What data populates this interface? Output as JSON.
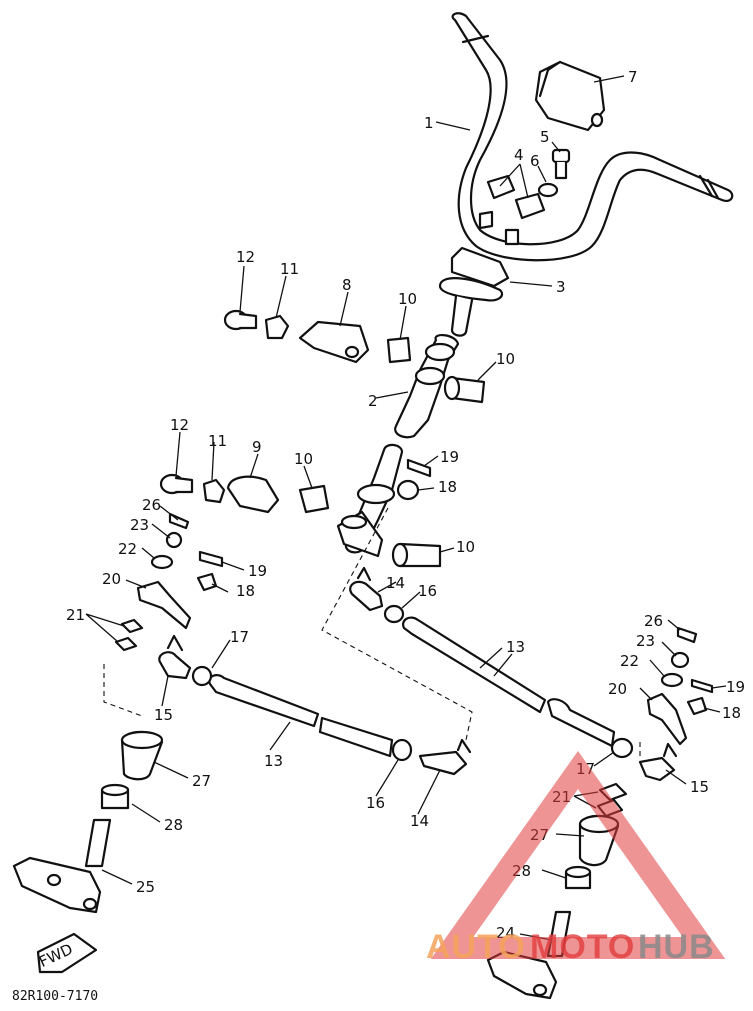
{
  "diagram": {
    "part_code": "82R100-7170",
    "fwd_badge": "FWD",
    "colors": {
      "line": "#111111",
      "watermark_red": "#e23c3c",
      "watermark_orange": "#f5a25a",
      "watermark_gray": "#8a8a8a"
    }
  },
  "labels": {
    "p1": "1",
    "p2": "2",
    "p3": "3",
    "p4": "4",
    "p5": "5",
    "p6": "6",
    "p7": "7",
    "p8": "8",
    "p9": "9",
    "p10a": "10",
    "p10b": "10",
    "p10c": "10",
    "p10d": "10",
    "p11a": "11",
    "p11b": "11",
    "p12a": "12",
    "p12b": "12",
    "p13a": "13",
    "p13b": "13",
    "p14a": "14",
    "p14b": "14",
    "p15a": "15",
    "p15b": "15",
    "p16a": "16",
    "p16b": "16",
    "p17a": "17",
    "p17b": "17",
    "p18a": "18",
    "p18b": "18",
    "p18c": "18",
    "p19a": "19",
    "p19b": "19",
    "p19c": "19",
    "p20a": "20",
    "p20b": "20",
    "p21a": "21",
    "p21b": "21",
    "p22a": "22",
    "p22b": "22",
    "p23a": "23",
    "p23b": "23",
    "p24": "24",
    "p25": "25",
    "p26a": "26",
    "p26b": "26",
    "p27a": "27",
    "p27b": "27",
    "p28a": "28",
    "p28b": "28"
  },
  "watermark": {
    "word1": "AUTO",
    "word2": "MOTO",
    "word3": "HUB"
  }
}
